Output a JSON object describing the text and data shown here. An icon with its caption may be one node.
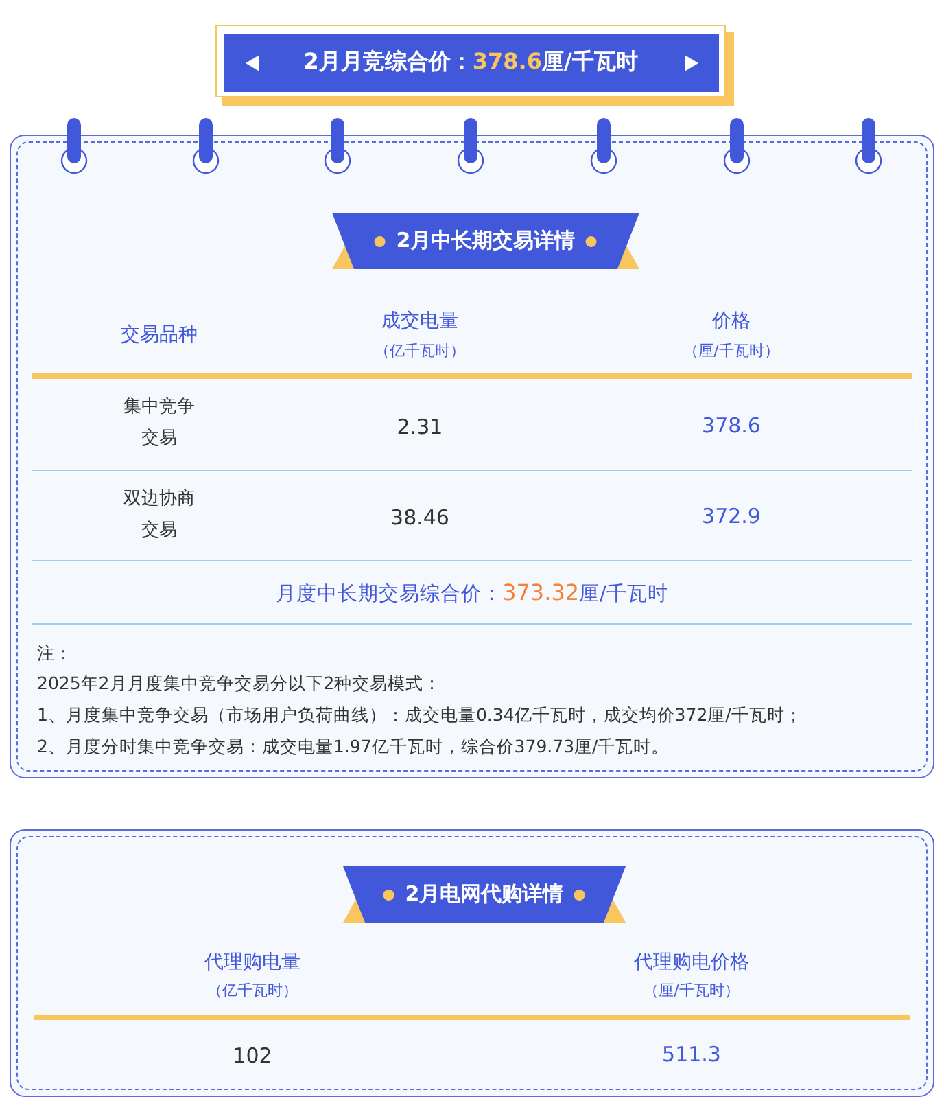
{
  "diagram": {
    "nodes": [
      {
        "text": [
          "2月月竞综合价：",
          "378.6",
          "厘/千瓦时"
        ]
      },
      {
        "text": [
          "2月中长期交易详情"
        ]
      },
      {
        "text": [
          "2月电网代购详情"
        ]
      }
    ],
    "labels": [
      "交易品种",
      "成交电量",
      "（亿千瓦时）",
      "价格",
      "（厘/千瓦时）",
      "集中竞争交易",
      "2.31",
      "378.6",
      "双边协商交易",
      "38.46",
      "372.9",
      "月度中长期交易综合价：",
      "373.32",
      "厘/千瓦时",
      "注：",
      "2025年2月月度集中竞争交易分以下2种交易模式：",
      "1、月度集中竞争交易（市场用户负荷曲线）：成交电量0.34亿千瓦时，成交均价372厘/千瓦时；",
      "2、月度分时集中竞争交易：成交电量1.97亿千瓦时，综合价379.73厘/千瓦时。",
      "代理购电量",
      "（亿千瓦时）",
      "代理购电价格",
      "（厘/千瓦时）",
      "102",
      "511.3"
    ]
  }
}
